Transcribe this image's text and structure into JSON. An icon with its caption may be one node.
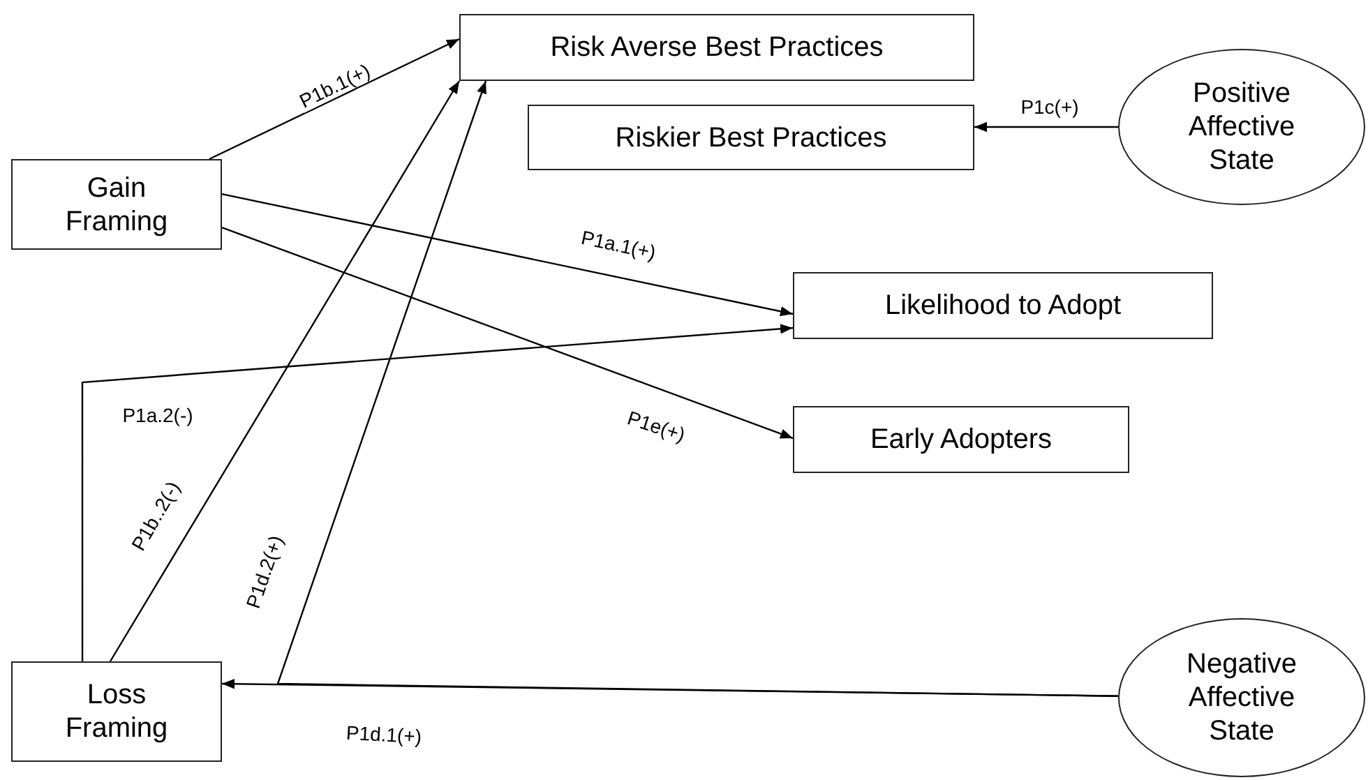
{
  "diagram": {
    "nodes": [
      {
        "text": [
          "Risk Averse Best Practices"
        ]
      },
      {
        "text": [
          "Riskier Best Practices"
        ]
      },
      {
        "text": [
          "Positive Affective State"
        ]
      },
      {
        "text": [
          "Gain Framing"
        ]
      },
      {
        "text": [
          "Likelihood to Adopt"
        ]
      },
      {
        "text": [
          "Early Adopters"
        ]
      },
      {
        "text": [
          "Loss Framing"
        ]
      },
      {
        "text": [
          "Negative Affective State"
        ]
      }
    ],
    "edges": [
      {
        "from": 3,
        "to": 0,
        "arrow": "to",
        "label": "P1b.1(+)"
      },
      {
        "from": 2,
        "to": 1,
        "arrow": "to",
        "label": "P1c(+)"
      },
      {
        "from": 3,
        "to": 4,
        "arrow": "to",
        "label": "P1a.1(+)"
      },
      {
        "from": 3,
        "to": 5,
        "arrow": "to",
        "label": "P1e(+)"
      },
      {
        "from": 6,
        "to": 4,
        "arrow": "to",
        "label": "P1a.2(-)"
      },
      {
        "from": 6,
        "to": 0,
        "arrow": "to",
        "label": "P1b..2(-)"
      },
      {
        "from": 7,
        "to": 6,
        "arrow": "to",
        "label": "P1d.1(+)"
      },
      {
        "from": 7,
        "to": 0,
        "arrow": "to",
        "label": "P1d.2(+)"
      }
    ]
  }
}
